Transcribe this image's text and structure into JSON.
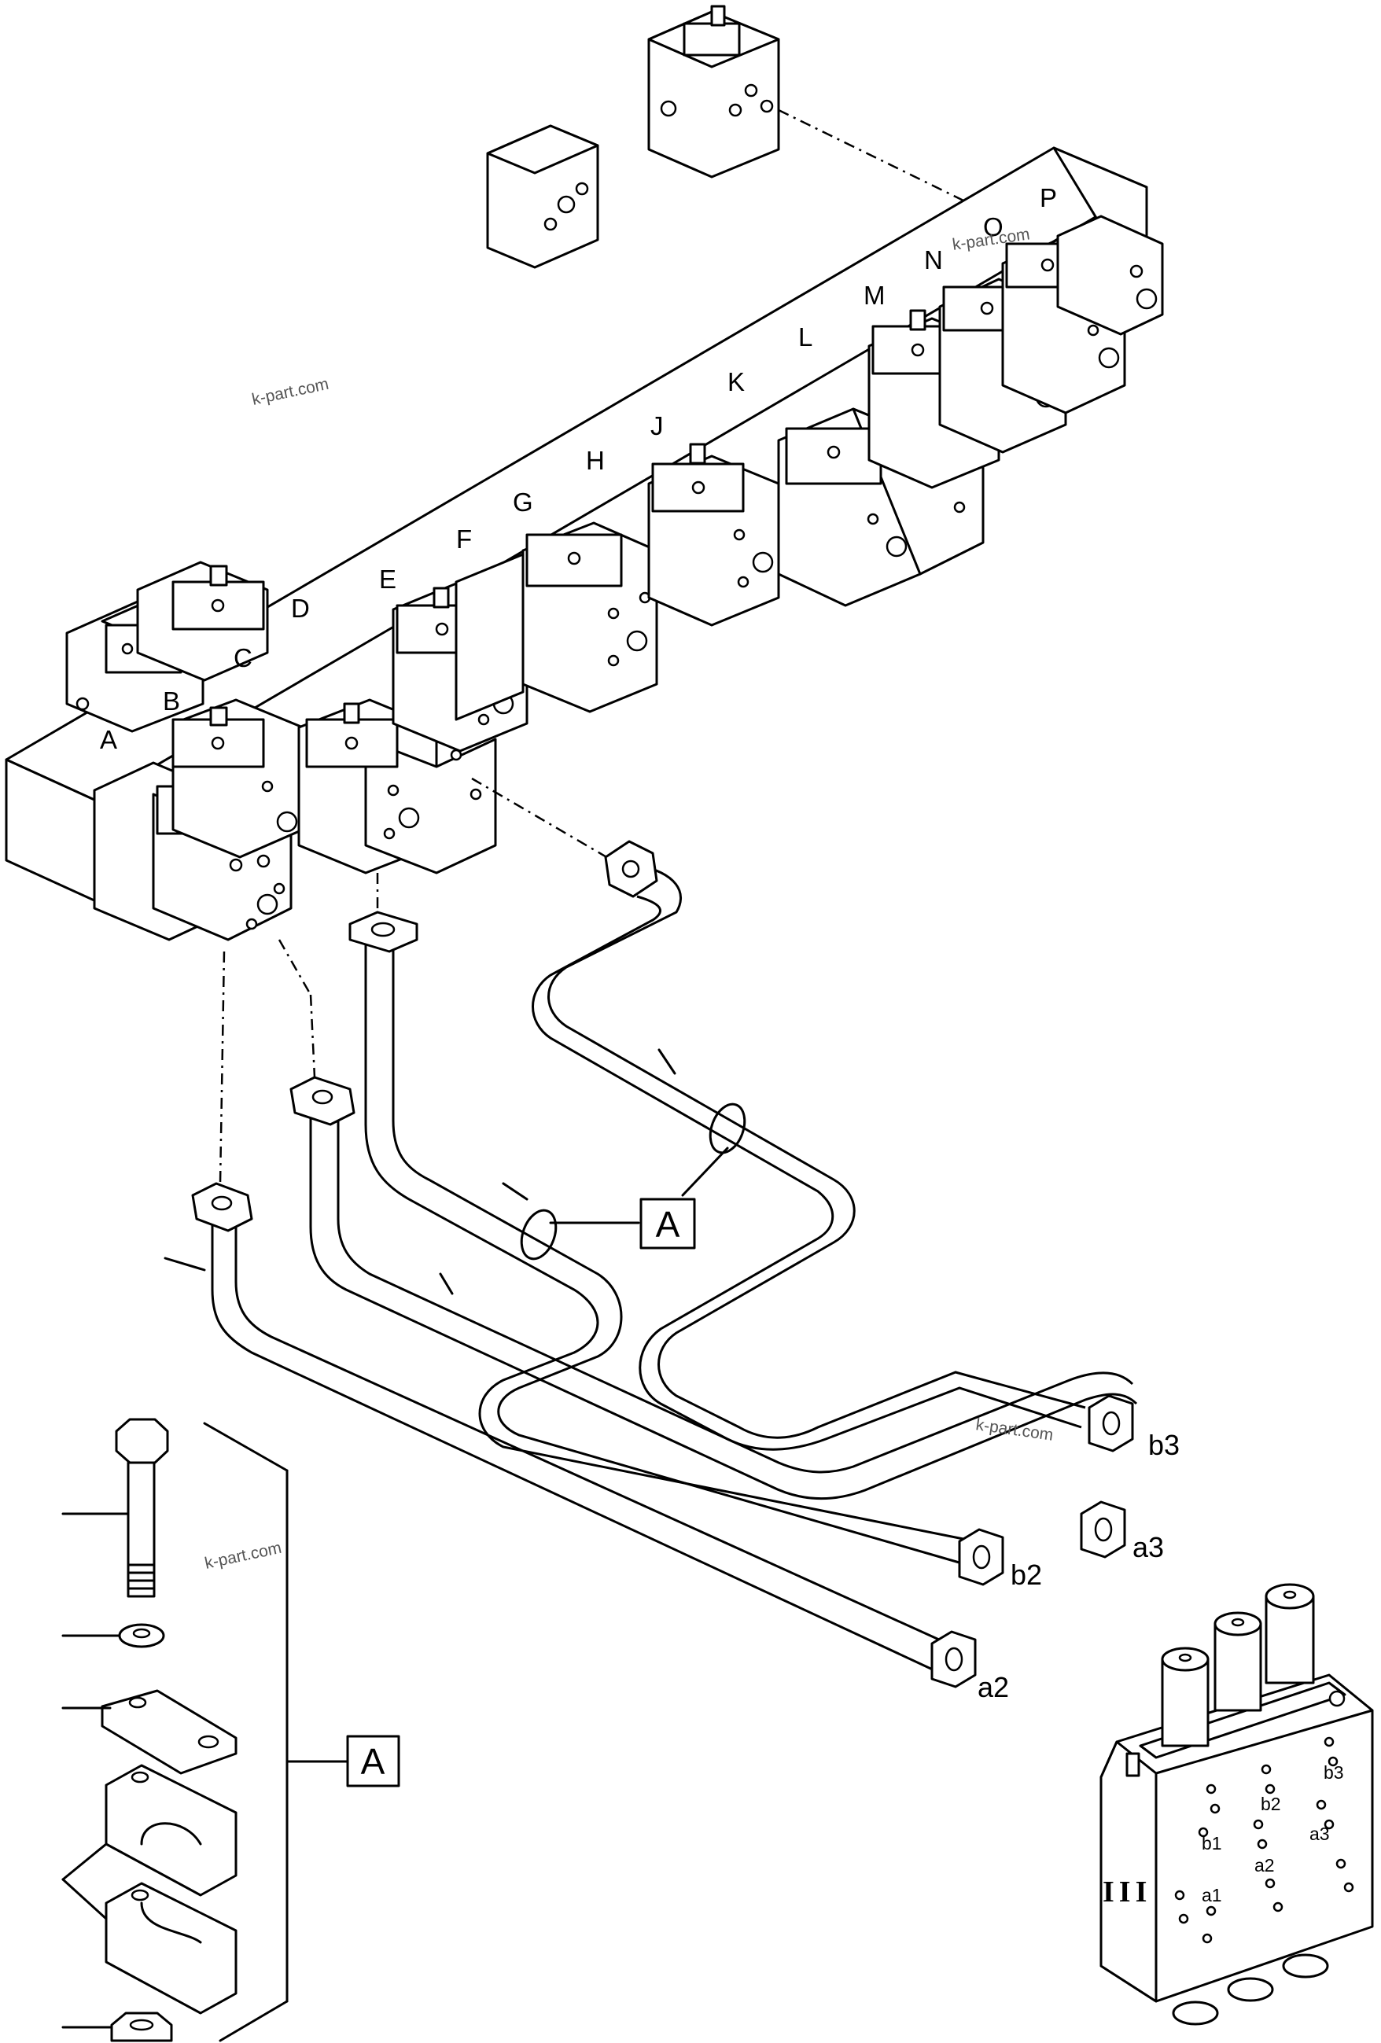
{
  "section_labels": [
    "A",
    "B",
    "C",
    "D",
    "E",
    "F",
    "G",
    "H",
    "J",
    "K",
    "L",
    "M",
    "N",
    "O",
    "P"
  ],
  "port_labels": {
    "b3": "b3",
    "a3": "a3",
    "b2": "b2",
    "a2": "a2"
  },
  "callouts": {
    "detail_a_pipe": "A",
    "detail_a_clamp": "A"
  },
  "valve": {
    "ports": [
      "b3",
      "b2",
      "a3",
      "b1",
      "a2",
      "a1"
    ],
    "roman_numeral": "III"
  },
  "watermarks": [
    "k-part.com",
    "k-part.com",
    "k-part.com",
    "k-part.com"
  ]
}
